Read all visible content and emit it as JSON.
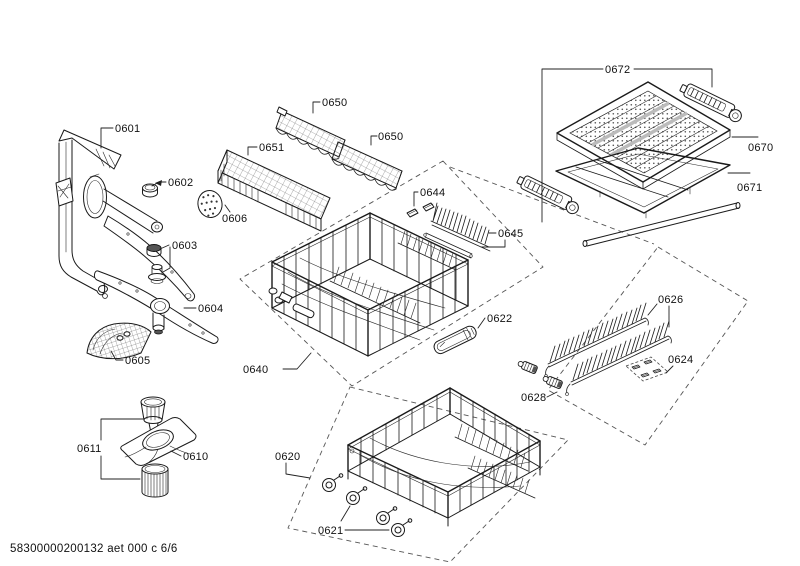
{
  "labels": {
    "p0601": "0601",
    "p0602": "0602",
    "p0603": "0603",
    "p0604": "0604",
    "p0605": "0605",
    "p0606": "0606",
    "p0610": "0610",
    "p0611": "0611",
    "p0620": "0620",
    "p0621": "0621",
    "p0622": "0622",
    "p0624": "0624",
    "p0626": "0626",
    "p0628": "0628",
    "p0640": "0640",
    "p0644": "0644",
    "p0645": "0645",
    "p0650a": "0650",
    "p0650b": "0650",
    "p0651": "0651",
    "p0670": "0670",
    "p0671": "0671",
    "p0672": "0672"
  },
  "footer": {
    "doc_code": "58300000200132 aet 000 c 6/6"
  },
  "colors": {
    "ink": "#1a1a1a",
    "dash": "#555555",
    "shade": "#bbbbbb",
    "background": "#ffffff"
  }
}
